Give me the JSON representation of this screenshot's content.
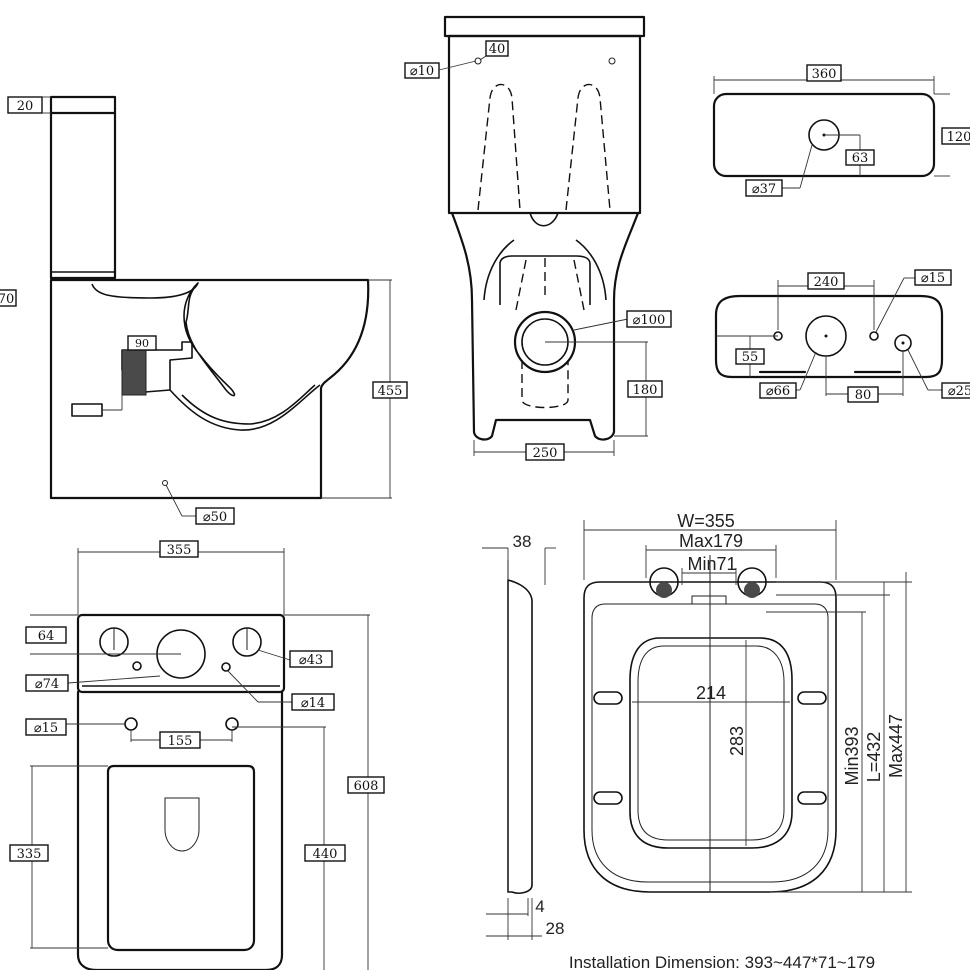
{
  "side_view": {
    "dim_20": "20",
    "dim_770_partial": "70",
    "dim_90": "90",
    "dim_455": "455",
    "dim_50": "⌀50"
  },
  "rear_view": {
    "dim_40": "40",
    "dim_10": "⌀10",
    "dim_100": "⌀100",
    "dim_180": "180",
    "dim_250": "250"
  },
  "tank_lid_view": {
    "dim_360": "360",
    "dim_120": "120",
    "dim_63": "63",
    "dim_37": "⌀37"
  },
  "tank_base_view": {
    "dim_240": "240",
    "dim_15": "⌀15",
    "dim_55": "55",
    "dim_66": "⌀66",
    "dim_80": "80",
    "dim_25": "⌀25"
  },
  "top_view": {
    "dim_355": "355",
    "dim_64": "64",
    "dim_74": "⌀74",
    "dim_43": "⌀43",
    "dim_14": "⌀14",
    "dim_15": "⌀15",
    "dim_155": "155",
    "dim_608": "608",
    "dim_335": "335",
    "dim_440": "440"
  },
  "seat_view": {
    "width": "W=355",
    "max_hinge": "Max179",
    "min_hinge": "Min71",
    "thickness_38": "38",
    "inner_width": "214",
    "inner_length": "283",
    "min_length": "Min393",
    "length": "L=432",
    "max_length": "Max447",
    "dim_4": "4",
    "dim_28": "28",
    "installation": "Installation Dimension: 393~447*71~179"
  }
}
